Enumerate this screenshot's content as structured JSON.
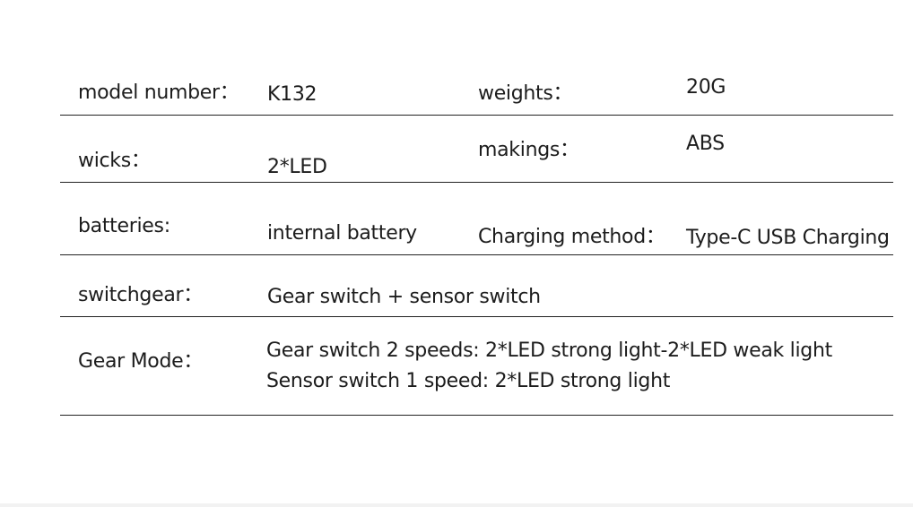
{
  "spec_table": {
    "model_label": "model number：",
    "model_value": "K132",
    "weight_label": "weights：",
    "weight_value": "20G",
    "wicks_label": "wicks：",
    "wicks_value": "2*LED",
    "material_label": "makings：",
    "material_value": "ABS",
    "batteries_label": "batteries:",
    "batteries_value": "internal battery",
    "charging_label": "Charging method：",
    "charging_value": "Type-C USB Charging",
    "switch_label": "switchgear：",
    "switch_value": "Gear switch + sensor switch",
    "gear_mode_label": "Gear Mode：",
    "gear_mode_line1": "Gear switch 2 speeds: 2*LED strong light-2*LED weak light",
    "gear_mode_line2": "Sensor switch 1 speed: 2*LED strong light"
  }
}
